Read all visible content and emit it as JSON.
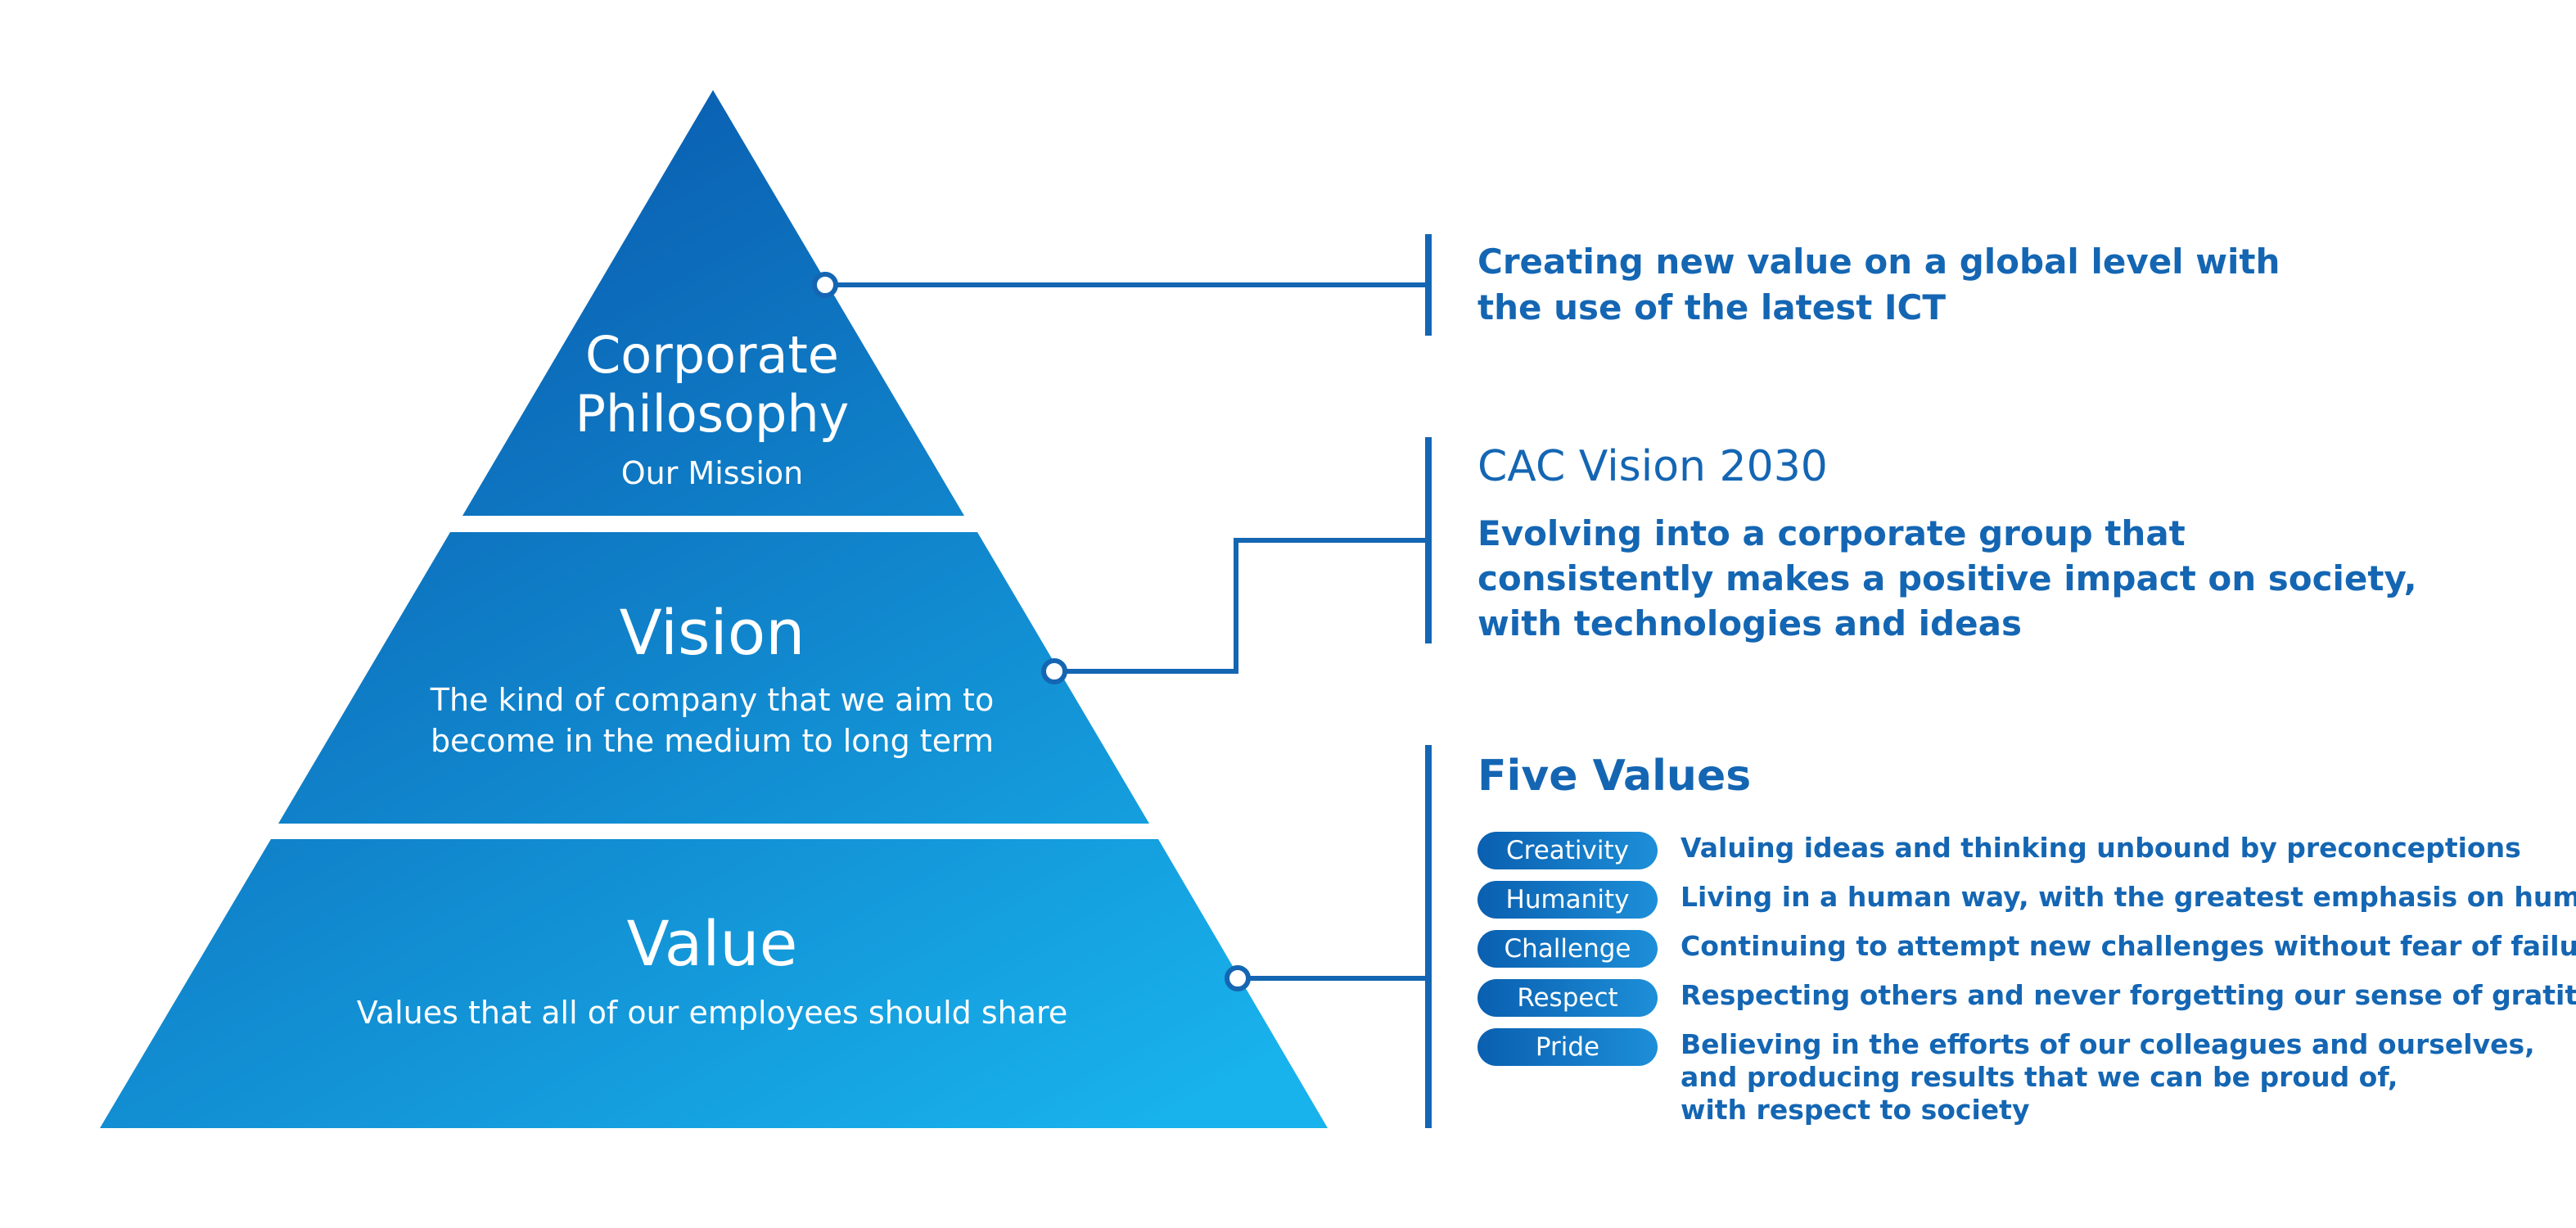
{
  "pyramid": {
    "top": {
      "title": "Corporate\nPhilosophy",
      "subtitle": "Our Mission"
    },
    "middle": {
      "title": "Vision",
      "subtitle": "The kind of company that we aim to\nbecome in the medium to long term"
    },
    "bottom": {
      "title": "Value",
      "subtitle": "Values that all of our employees should share"
    }
  },
  "mission": {
    "text": "Creating new value on a global level with\nthe use of the latest ICT"
  },
  "vision": {
    "heading": "CAC Vision 2030",
    "text": "Evolving into a corporate group that\nconsistently makes a positive impact on society,\nwith technologies and ideas"
  },
  "values": {
    "heading": "Five Values",
    "items": [
      {
        "label": "Creativity",
        "desc": "Valuing ideas and thinking unbound by preconceptions"
      },
      {
        "label": "Humanity",
        "desc": "Living in a human way, with the greatest emphasis on humanity"
      },
      {
        "label": "Challenge",
        "desc": "Continuing to attempt new challenges without fear of failure"
      },
      {
        "label": "Respect",
        "desc": "Respecting others and never forgetting our sense of gratitude"
      },
      {
        "label": "Pride",
        "desc": "Believing in the efforts of our colleagues and ourselves,\nand producing results that we can be proud of,\nwith respect to society"
      }
    ]
  },
  "colors": {
    "accent": "#1466b3",
    "pyramid_top": "#0a62b5",
    "pyramid_bottom": "#17aae6"
  }
}
